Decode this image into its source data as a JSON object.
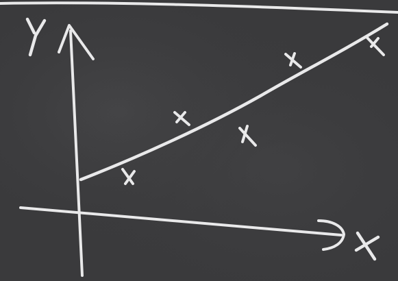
{
  "scene": {
    "kind": "chalkboard",
    "colors": {
      "board": "#3b3b3d",
      "chalk": "#e9e9ea"
    }
  },
  "axes": {
    "y_label": "Y",
    "x_label": "X"
  },
  "points": [
    {
      "name": "point-1"
    },
    {
      "name": "point-2"
    },
    {
      "name": "point-3"
    },
    {
      "name": "point-4"
    },
    {
      "name": "point-5"
    }
  ],
  "regression_line": {
    "present": true
  }
}
